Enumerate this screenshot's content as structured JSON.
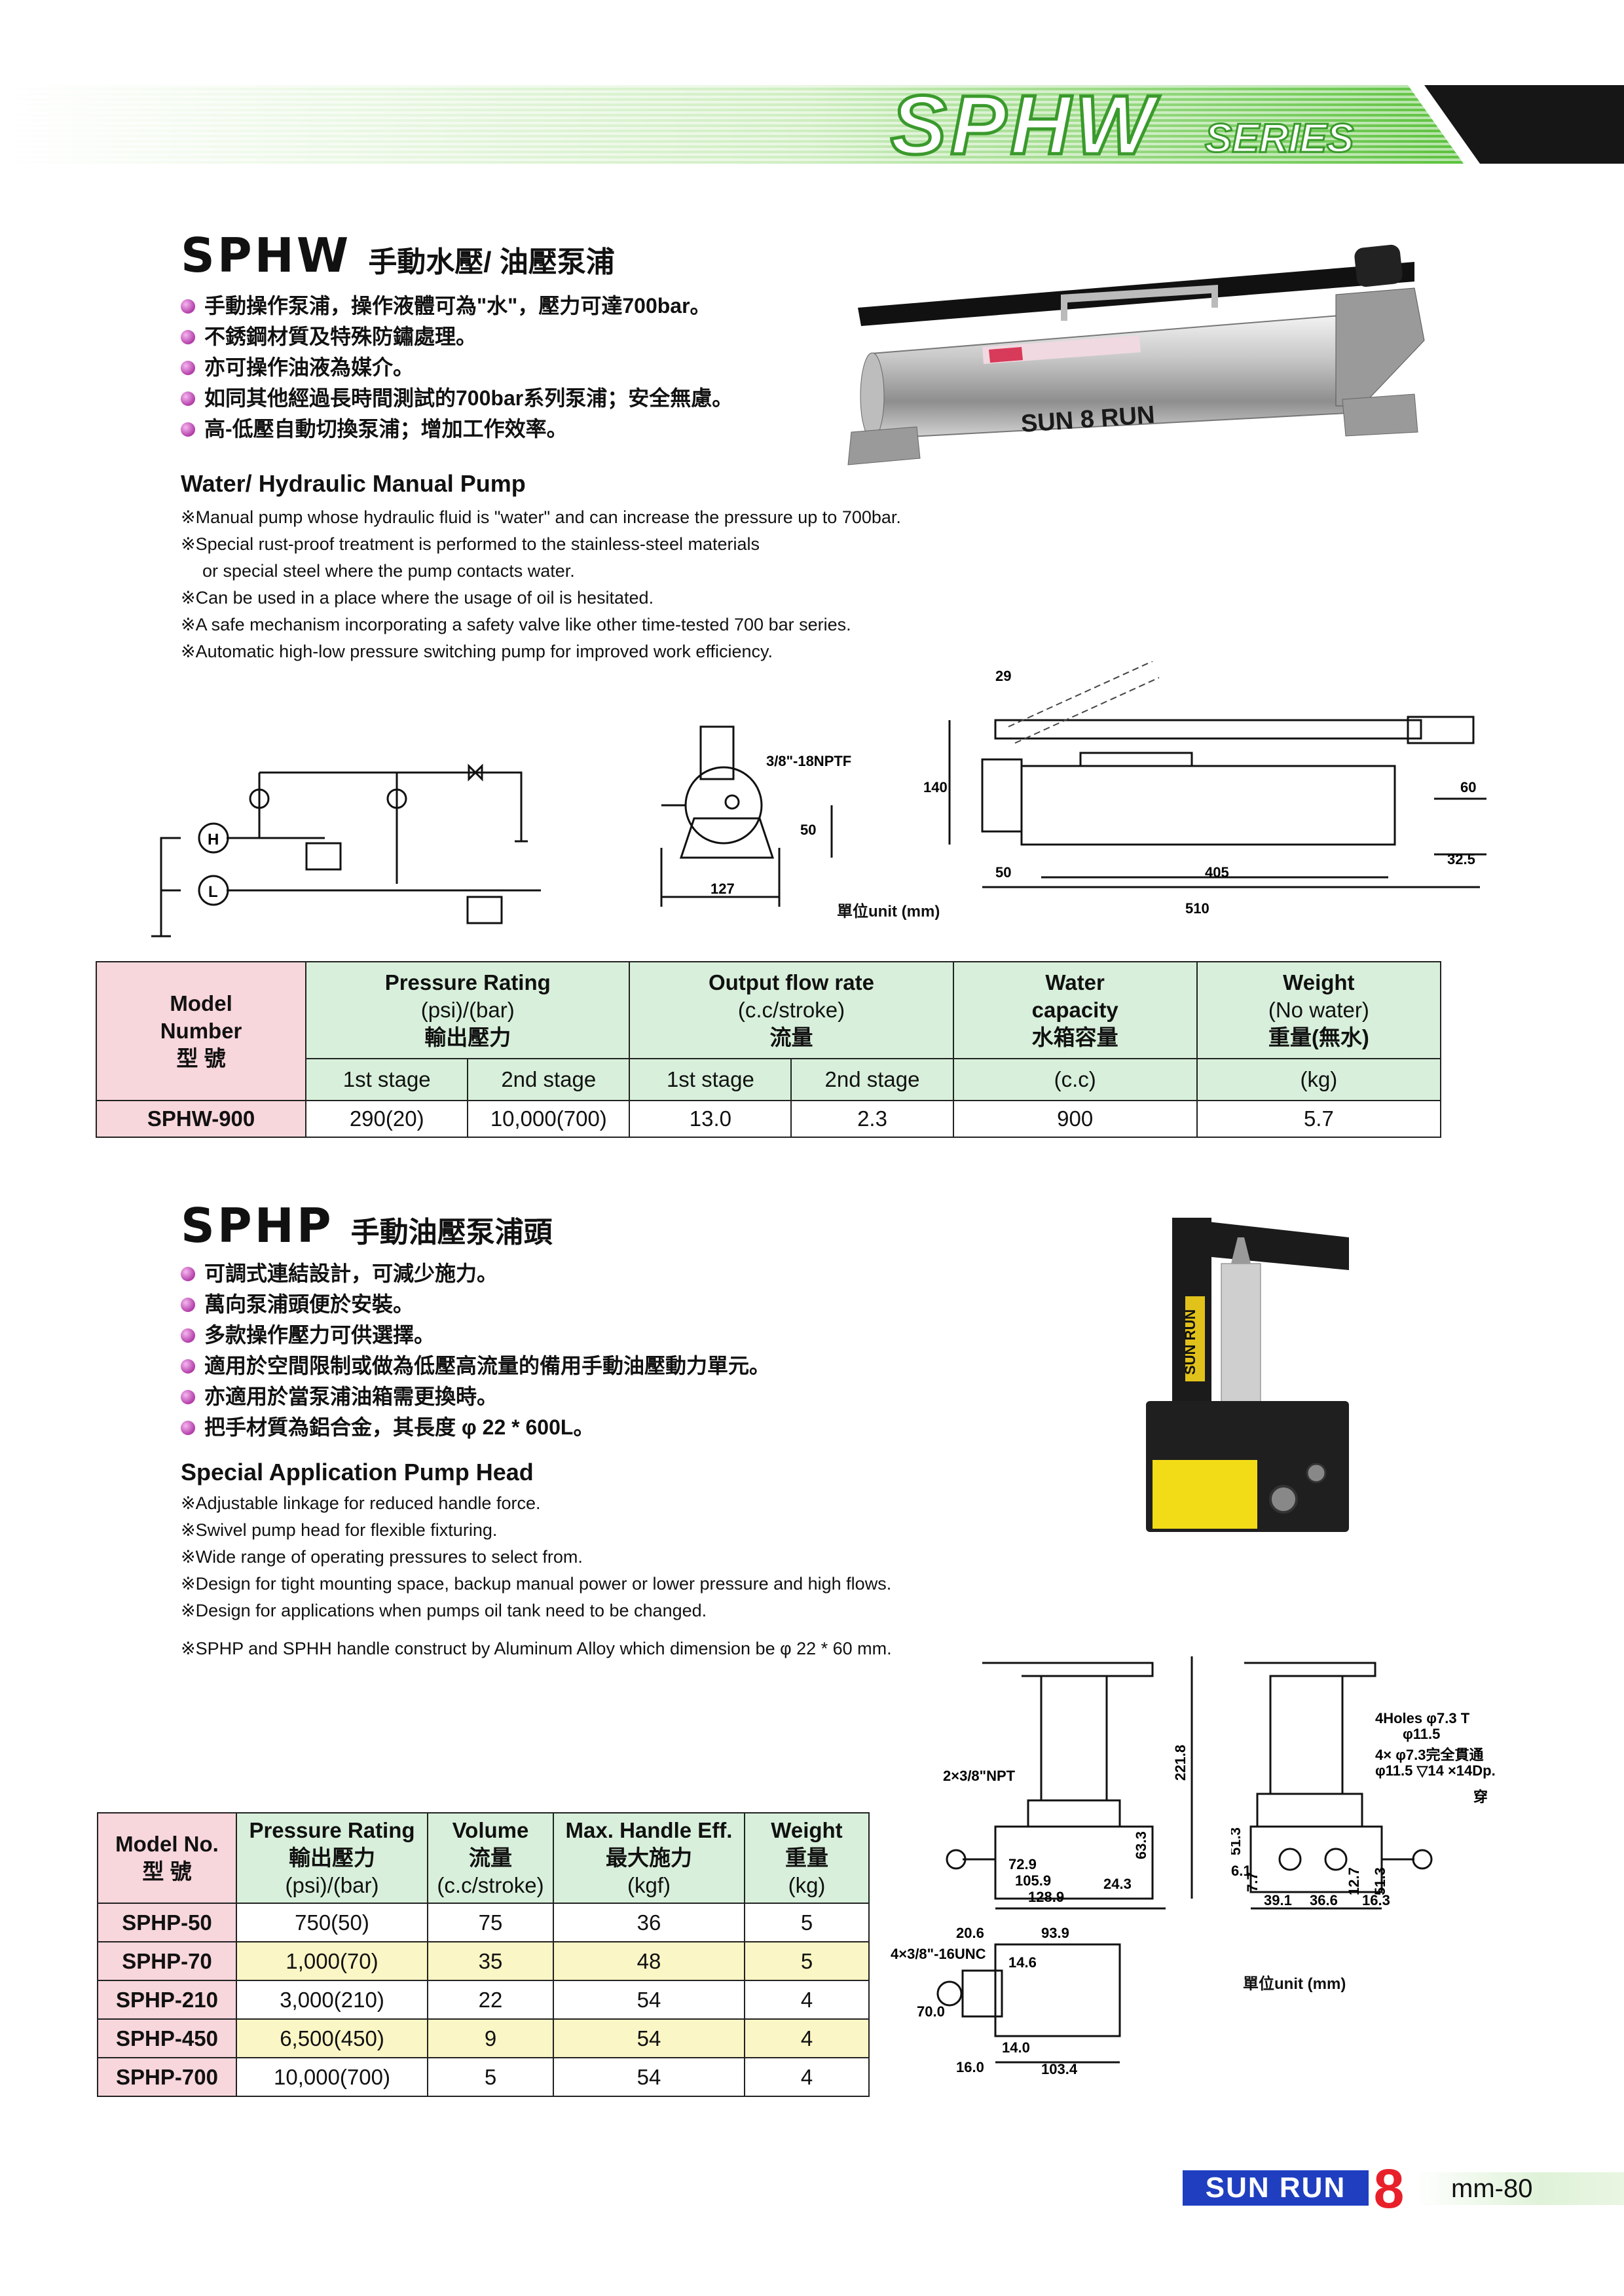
{
  "header": {
    "series_code": "SPHW",
    "series_word": "SERIES"
  },
  "sphw": {
    "code": "SPHW",
    "title_zh": "手動水壓/ 油壓泵浦",
    "bullets": [
      "手動操作泵浦，操作液體可為\"水\"，壓力可達700bar。",
      "不銹鋼材質及特殊防鏽處理。",
      "亦可操作油液為媒介。",
      "如同其他經過長時間測試的700bar系列泵浦；安全無慮。",
      "高-低壓自動切換泵浦；增加工作效率。"
    ],
    "title_en": "Water/ Hydraulic Manual Pump",
    "notes": [
      "※Manual pump whose hydraulic fluid is \"water\" and can  increase the pressure up to 700bar.",
      "※Special rust-proof treatment is performed to the stainless-steel materials",
      "or special steel   where the pump contacts water.",
      "※Can be used in a place where the usage of oil is hesitated.",
      "※A safe mechanism incorporating a safety valve like other time-tested 700 bar series.",
      "※Automatic high-low pressure switching pump for improved work efficiency."
    ],
    "pump_brand": "SUN 8 RUN",
    "drawing": {
      "port": "3/8\"-18NPTF",
      "dims": [
        "29",
        "140",
        "50",
        "127",
        "60",
        "32.5",
        "50",
        "405",
        "510"
      ],
      "unit": "單位unit (mm)",
      "circuit_h": "H",
      "circuit_l": "L"
    },
    "table": {
      "h_model": [
        "Model",
        "Number",
        "型 號"
      ],
      "h_pressure": [
        "Pressure Rating",
        "(psi)/(bar)",
        "輸出壓力"
      ],
      "h_flow": [
        "Output flow rate",
        "(c.c/stroke)",
        "流量"
      ],
      "h_water": [
        "Water",
        "capacity",
        "水箱容量"
      ],
      "h_weight": [
        "Weight",
        "(No water)",
        "重量(無水)"
      ],
      "stage_1": "1st stage",
      "stage_2": "2nd stage",
      "unit_water": "(c.c)",
      "unit_weight": "(kg)",
      "row": [
        "SPHW-900",
        "290(20)",
        "10,000(700)",
        "13.0",
        "2.3",
        "900",
        "5.7"
      ]
    }
  },
  "sphp": {
    "code": "SPHP",
    "title_zh": "手動油壓泵浦頭",
    "bullets": [
      "可調式連結設計，可減少施力。",
      "萬向泵浦頭便於安裝。",
      "多款操作壓力可供選擇。",
      "適用於空間限制或做為低壓高流量的備用手動油壓動力單元。",
      "亦適用於當泵浦油箱需更換時。",
      "把手材質為鋁合金，其長度 φ 22 * 600L。"
    ],
    "title_en": "Special Application Pump Head",
    "notes": [
      "※Adjustable linkage for reduced handle force.",
      "※Swivel pump head for flexible fixturing.",
      "※Wide range of operating pressures to select from.",
      "※Design for tight mounting space, backup manual power or lower pressure and high flows.",
      "※Design for applications when pumps oil tank need to be changed."
    ],
    "note_handle": "※SPHP and SPHH handle construct by Aluminum Alloy which dimension be  φ 22 * 60 mm.",
    "product_label": "SUN RUN",
    "drawing": {
      "port_top": "2×3/8\"NPT",
      "port_side": "4×3/8\"-16UNC",
      "holes_1": "4Holes φ7.3 T",
      "holes_2": "φ11.5",
      "holes_3": "4× φ7.3完全貫通",
      "holes_4": "φ11.5 ▽14 ×14Dp.",
      "holes_5": "穿",
      "dims": [
        "221.8",
        "63.3",
        "72.9",
        "105.9",
        "128.9",
        "24.3",
        "20.6",
        "93.9",
        "14.6",
        "70.0",
        "16.0",
        "14.0",
        "103.4",
        "51.3",
        "6.1",
        "7.7",
        "39.1",
        "36.6",
        "12.7",
        "51.3",
        "16.3"
      ],
      "unit": "單位unit (mm)"
    },
    "table": {
      "headers": [
        [
          "Model No.",
          "型 號"
        ],
        [
          "Pressure Rating",
          "輸出壓力",
          "(psi)/(bar)"
        ],
        [
          "Volume",
          "流量",
          "(c.c/stroke)"
        ],
        [
          "Max. Handle Eff.",
          "最大施力",
          "(kgf)"
        ],
        [
          "Weight",
          "重量",
          "(kg)"
        ]
      ],
      "rows": [
        [
          "SPHP-50",
          "750(50)",
          "75",
          "36",
          "5"
        ],
        [
          "SPHP-70",
          "1,000(70)",
          "35",
          "48",
          "5"
        ],
        [
          "SPHP-210",
          "3,000(210)",
          "22",
          "54",
          "4"
        ],
        [
          "SPHP-450",
          "6,500(450)",
          "9",
          "54",
          "4"
        ],
        [
          "SPHP-700",
          "10,000(700)",
          "5",
          "54",
          "4"
        ]
      ]
    }
  },
  "footer": {
    "brand": "SUN RUN",
    "brand_mark": "8",
    "page": "mm-80"
  },
  "colors": {
    "banner_green": "#3a9a2c",
    "pink": "#f7d6dc",
    "mint": "#d8f0db",
    "yellow": "#fbf6c5",
    "brand_blue": "#1f3fc0",
    "brand_red": "#e8202a"
  }
}
